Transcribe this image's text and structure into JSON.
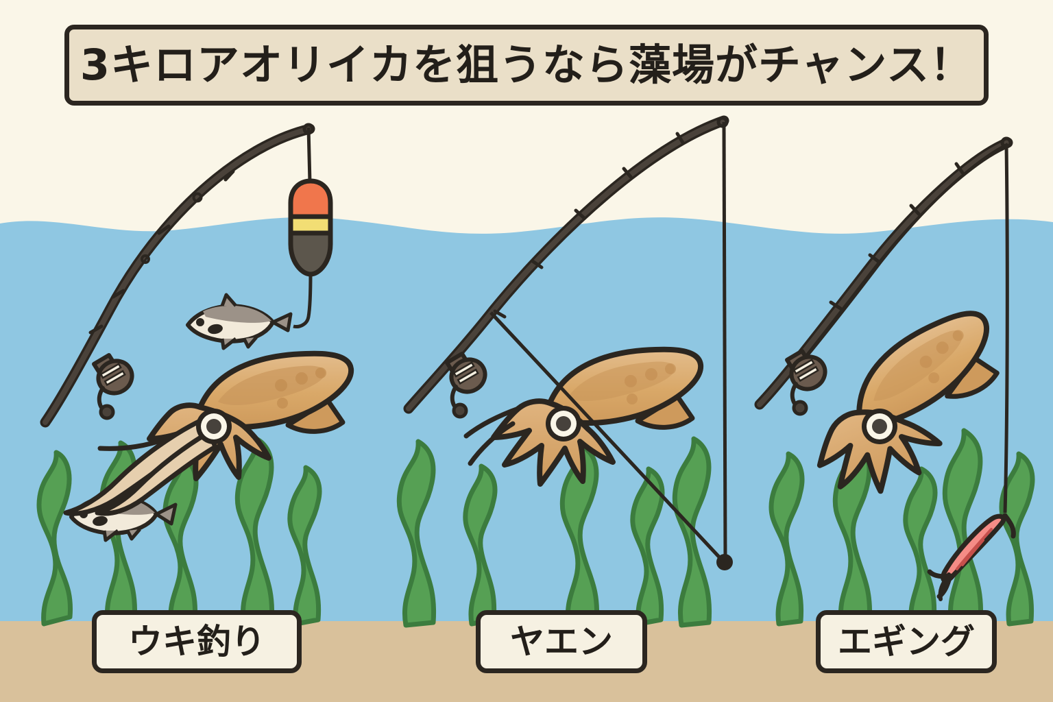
{
  "header": {
    "title": "3キロアオリイカを狙うなら藻場がチャンス！"
  },
  "labels": [
    {
      "id": "uki",
      "text": "ウキ釣り",
      "method": "float-fishing"
    },
    {
      "id": "yaen",
      "text": "ヤエン",
      "method": "yaen-fishing"
    },
    {
      "id": "egi",
      "text": "エギング",
      "method": "eging"
    }
  ],
  "colors": {
    "sky": "#FAF6E8",
    "water": "#8FC7E2",
    "sand": "#D9C19B",
    "panel_fill": "#EADFC8",
    "label_fill": "#F6F1E2",
    "outline": "#2B2620",
    "squid_body": "#D9A868",
    "squid_body_light": "#E3BC8C",
    "squid_shade": "#C8955A",
    "seaweed": "#56A054",
    "seaweed_dark": "#3C7C3E",
    "rod": "#4A423A",
    "reel": "#6B5B4E",
    "float_top": "#F0764C",
    "float_mid": "#F2DE74",
    "float_bottom": "#5C564C",
    "egi_lure": "#F58C86",
    "fish_body": "#F2EADA",
    "fish_back": "#9C9288"
  },
  "scene": {
    "water_label": "sea water",
    "surface_label": "water surface",
    "seabed_label": "sandy seabed",
    "seaweed_label": "seagrass bed"
  },
  "panels": [
    {
      "name": "float-fishing",
      "elements": [
        "fishing-rod",
        "spinning-reel",
        "float",
        "bait-fish",
        "squid"
      ]
    },
    {
      "name": "yaen-fishing",
      "elements": [
        "fishing-rod",
        "spinning-reel",
        "yaen-device",
        "squid"
      ]
    },
    {
      "name": "eging",
      "elements": [
        "fishing-rod",
        "spinning-reel",
        "egi-lure",
        "squid"
      ]
    }
  ]
}
